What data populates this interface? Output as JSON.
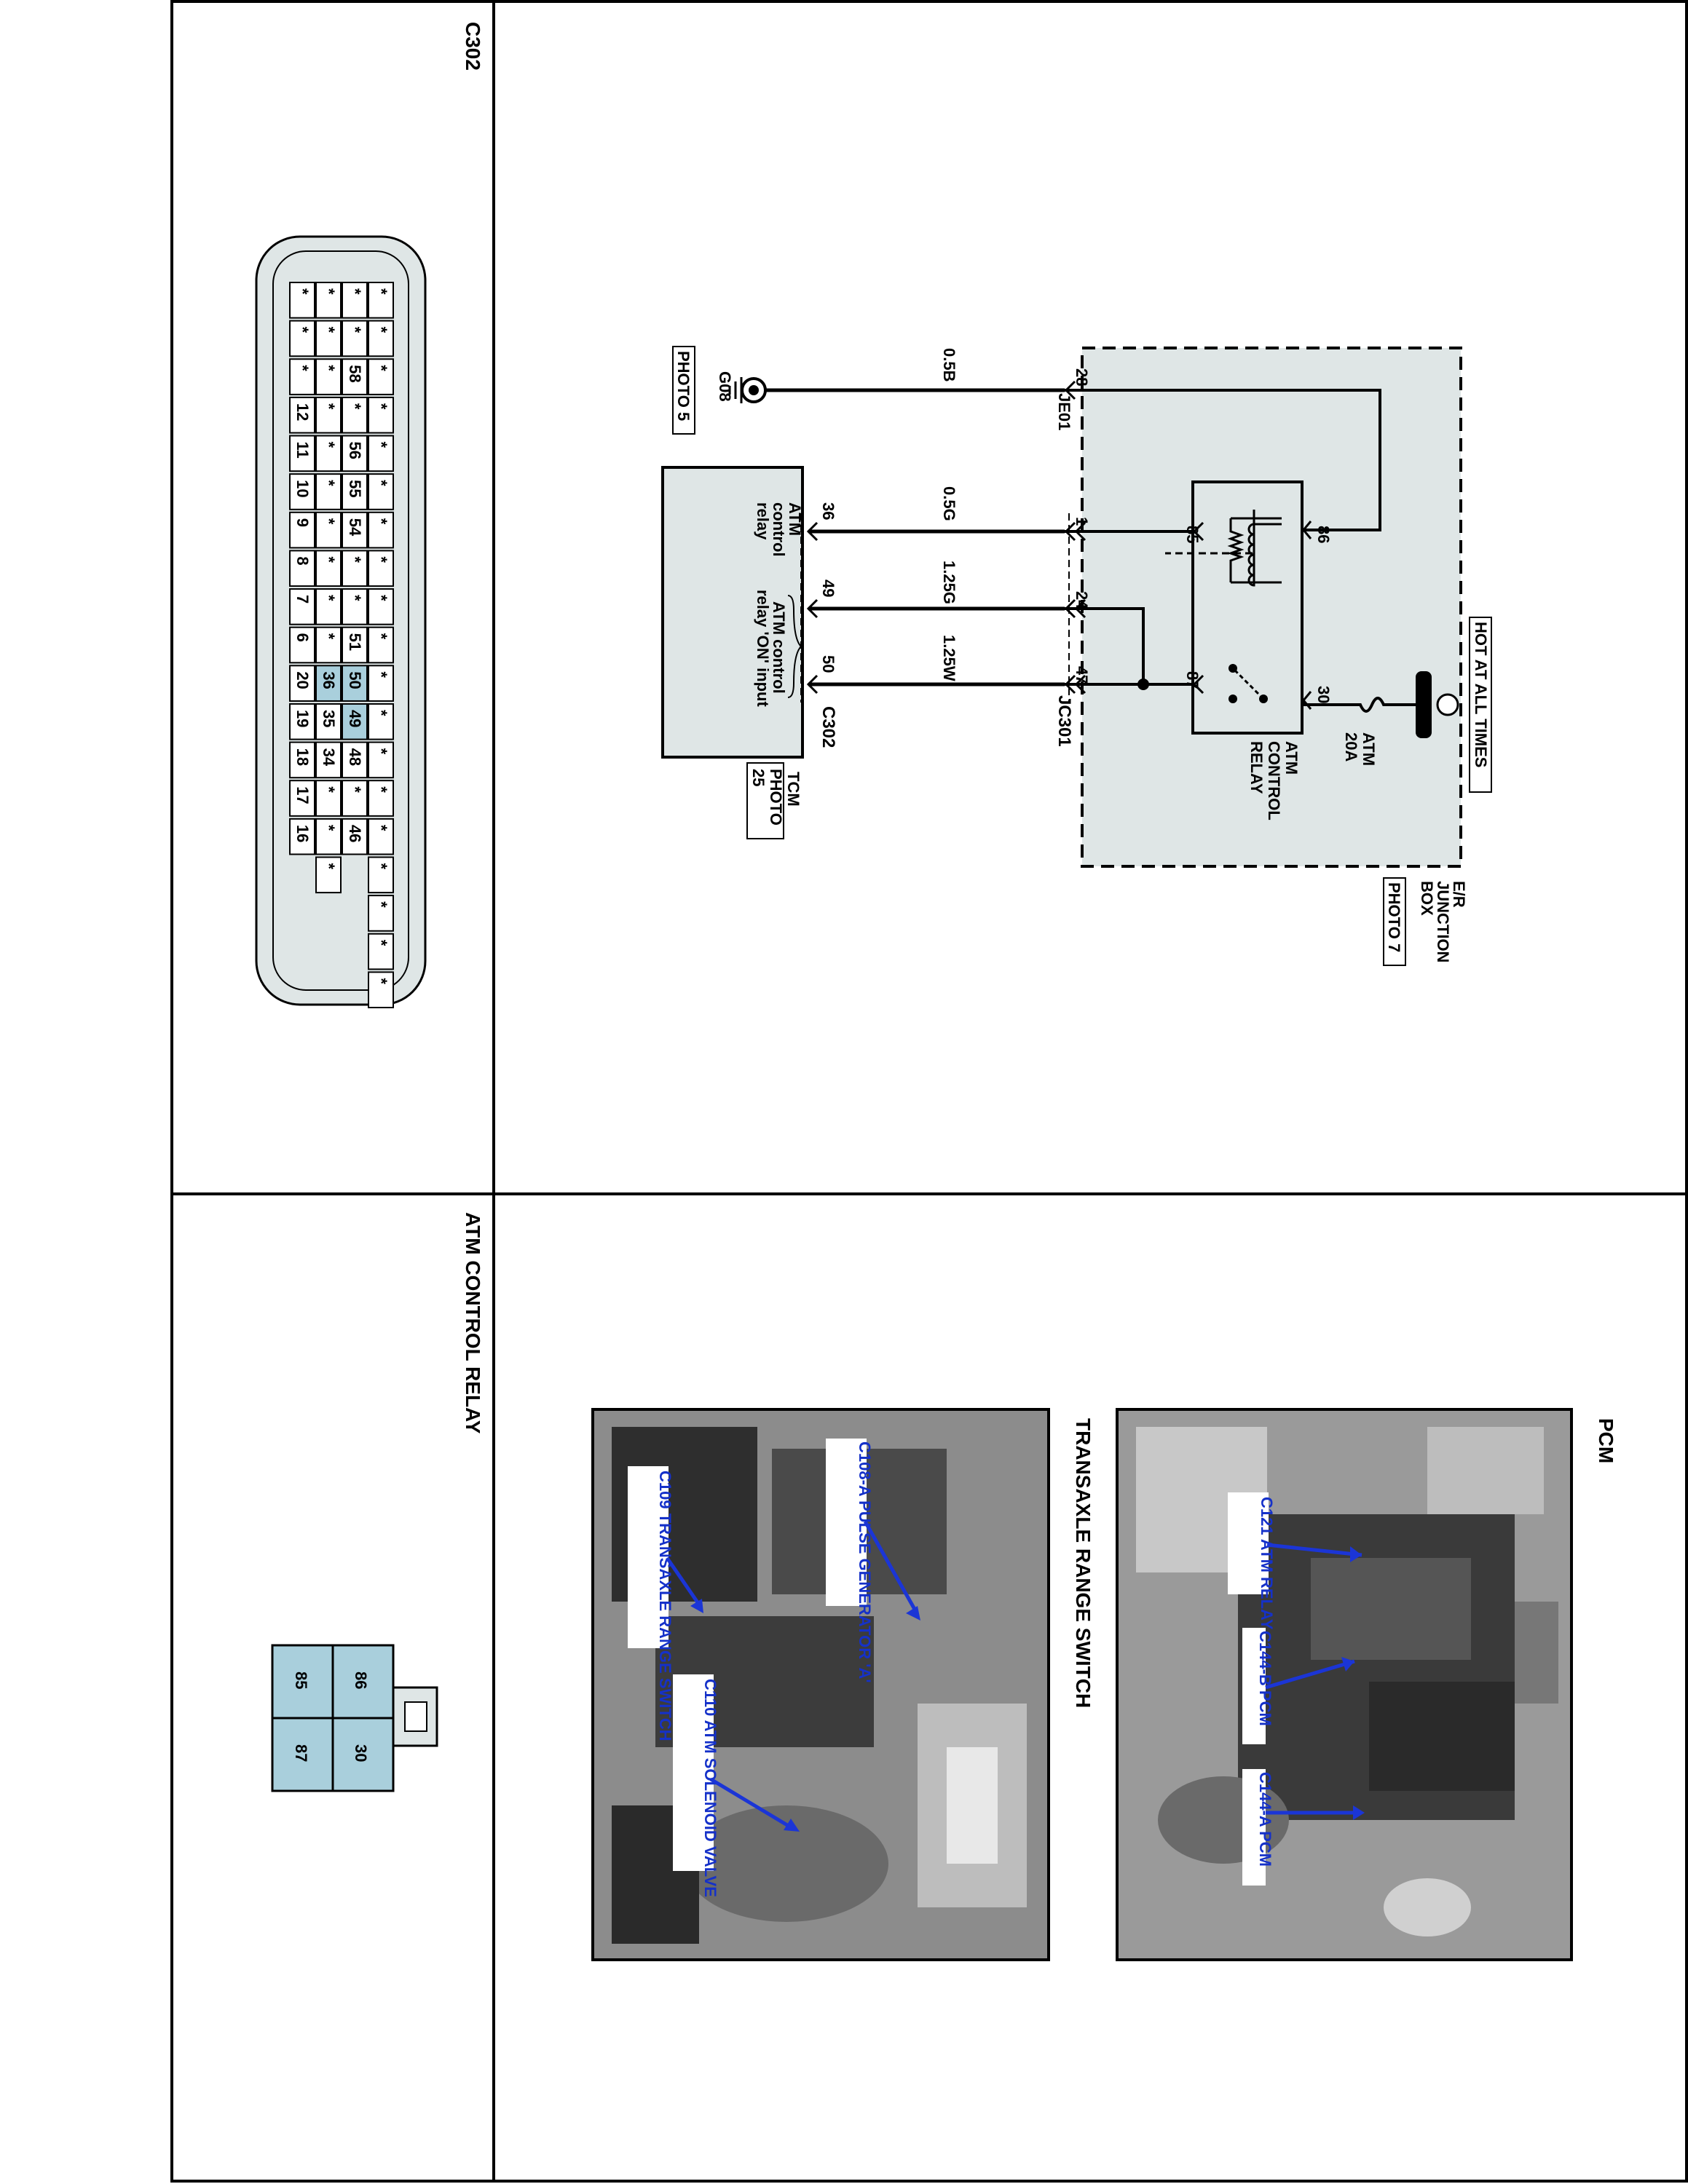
{
  "panels": {
    "connector_title": "C302",
    "relay_title": "ATM CONTROL RELAY"
  },
  "colors": {
    "panel_fill": "#dfe6e6",
    "highlight": "#a9cfdc",
    "relay_fill": "#a9cfdc",
    "arrow_blue": "#1b35d6",
    "photo_dark": "#3a3a3a"
  },
  "schematic": {
    "hot_label": "HOT AT ALL TIMES",
    "fuse_name": "ATM",
    "fuse_rating": "20A",
    "relay_name": [
      "ATM",
      "CONTROL",
      "RELAY"
    ],
    "relay_pins": [
      "86",
      "85",
      "87",
      "30"
    ],
    "junction_box": [
      "E/R",
      "JUNCTION",
      "BOX"
    ],
    "junction_photo": "PHOTO 7",
    "ground_pin": "28",
    "ground_conn": "JE01",
    "ground_wire": "0.5B",
    "ground_name": "G08",
    "ground_photo": "PHOTO 5",
    "junction_conn": "JC301",
    "junction_pins": [
      "1",
      "24",
      "47"
    ],
    "wires": [
      "0.5G",
      "1.25G",
      "1.25W"
    ],
    "tcm_pins": [
      "36",
      "49",
      "50"
    ],
    "tcm_conn": "C302",
    "tcm_text1": [
      "ATM",
      "control",
      "relay"
    ],
    "tcm_text2": [
      "ATM control",
      "relay 'ON' input"
    ],
    "tcm_name": "TCM",
    "tcm_photo": [
      "PHOTO",
      "25"
    ]
  },
  "connector_c302": {
    "rows": [
      [
        "*",
        "*",
        "*",
        "*",
        "*",
        "*",
        "*",
        "*",
        "*",
        "*",
        "*",
        "*",
        "*",
        "*",
        "*",
        "*",
        "*",
        "*",
        "*"
      ],
      [
        "*",
        "*",
        "58",
        "*",
        "56",
        "55",
        "54",
        "*",
        "*",
        "51",
        "50",
        "49",
        "48",
        "*",
        "46"
      ],
      [
        "*",
        "*",
        "*",
        "*",
        "*",
        "*",
        "*",
        "*",
        "*",
        "*",
        "36",
        "35",
        "34",
        "*",
        "*",
        "*"
      ],
      [
        "*",
        "*",
        "*",
        "12",
        "11",
        "10",
        "9",
        "8",
        "7",
        "6",
        "20",
        "19",
        "18",
        "17",
        "16"
      ]
    ]
  },
  "relay_connector": {
    "pins": [
      "86",
      "30",
      "85",
      "87"
    ]
  },
  "photos": {
    "pcm_title": "PCM",
    "pcm_callouts": [
      "C121 ATM RELAY",
      "C144-B PCM",
      "C144-A PCM"
    ],
    "trans_title": "TRANSAXLE RANGE SWITCH",
    "trans_callouts": [
      "C108-A PULSE GENERATOR 'A'",
      "C109 TRANSAXLE RANGE SWITCH",
      "C110 ATM SOLENOID VALVE"
    ]
  }
}
